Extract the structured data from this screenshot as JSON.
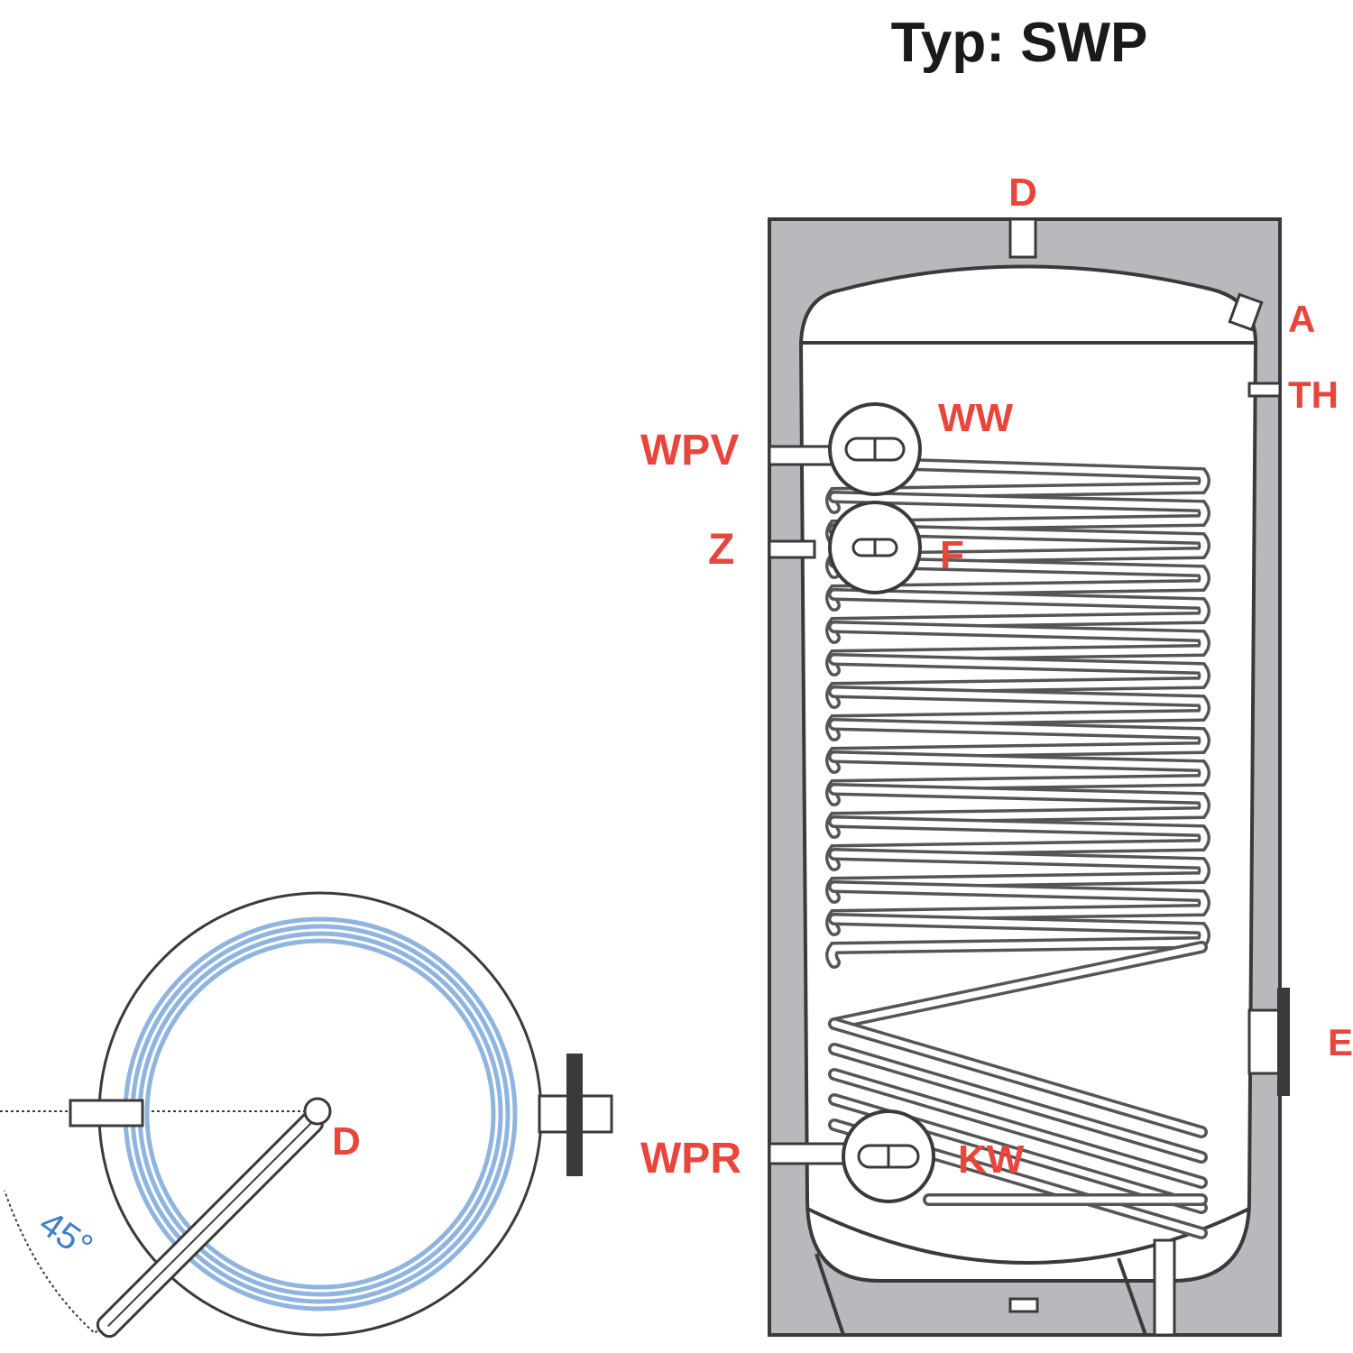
{
  "title": "Typ: SWP",
  "labels": {
    "d_top": "D",
    "a": "A",
    "th": "TH",
    "ww": "WW",
    "wpv": "WPV",
    "z": "Z",
    "f": "F",
    "e": "E",
    "wpr": "WPR",
    "kw": "KW",
    "d_plan": "D",
    "angle": "45°"
  },
  "colors": {
    "insulation": "#b8b9bc",
    "outline": "#3a3a3a",
    "coil": "#555555",
    "label": "#e8453c",
    "plan_coil": "#8fb4df",
    "angle": "#3f7fc4"
  }
}
